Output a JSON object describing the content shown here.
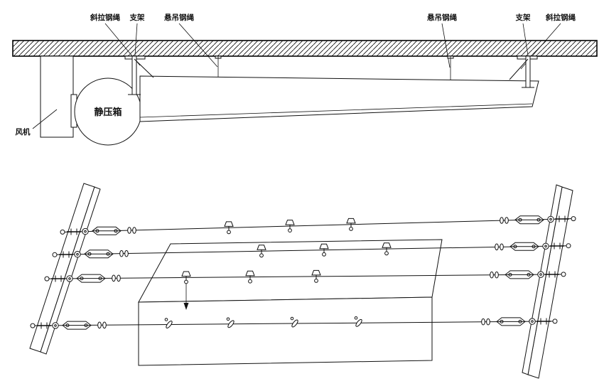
{
  "labels": {
    "diagonal_cable_left": "斜拉钢绳",
    "bracket_left": "支架",
    "suspension_cable_left": "悬吊钢绳",
    "suspension_cable_right": "悬吊钢绳",
    "bracket_right": "支架",
    "diagonal_cable_right": "斜拉钢绳",
    "plenum": "静压箱",
    "fan": "风机"
  },
  "colors": {
    "line": "#111111",
    "background": "#ffffff"
  }
}
